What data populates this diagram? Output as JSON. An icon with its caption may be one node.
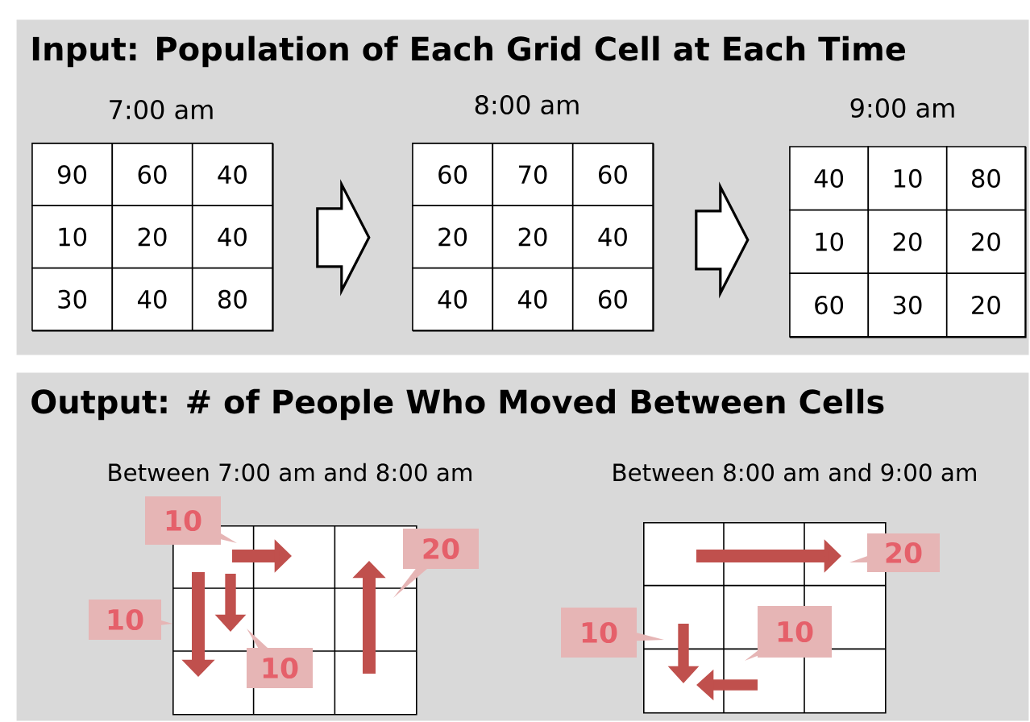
{
  "diagram": {
    "nodes": [
      {
        "text": [
          "Input: Population of Each Grid Cell at Each Time"
        ]
      },
      {
        "text": [
          "7:00 am"
        ],
        "in": 0
      },
      {
        "text": [
          "8:00 am"
        ],
        "in": 0
      },
      {
        "text": [
          "9:00 am"
        ],
        "in": 0
      },
      {
        "text": [
          "Output: # of People Who Moved Between Cells"
        ]
      },
      {
        "text": [
          "Between 7:00 am and 8:00 am"
        ],
        "in": 4
      },
      {
        "text": [
          "Between 8:00 am and 9:00 am"
        ],
        "in": 4
      }
    ],
    "edges": [
      {
        "from": 1,
        "to": 2,
        "arrow": "to"
      },
      {
        "from": 2,
        "to": 3,
        "arrow": "to"
      }
    ],
    "labels": [
      "90",
      "60",
      "40",
      "10",
      "20",
      "40",
      "30",
      "40",
      "80",
      "60",
      "70",
      "60",
      "20",
      "20",
      "40",
      "40",
      "40",
      "60",
      "40",
      "10",
      "80",
      "10",
      "20",
      "20",
      "60",
      "30",
      "20",
      "10",
      "20",
      "10",
      "10",
      "20",
      "10",
      "10"
    ]
  }
}
